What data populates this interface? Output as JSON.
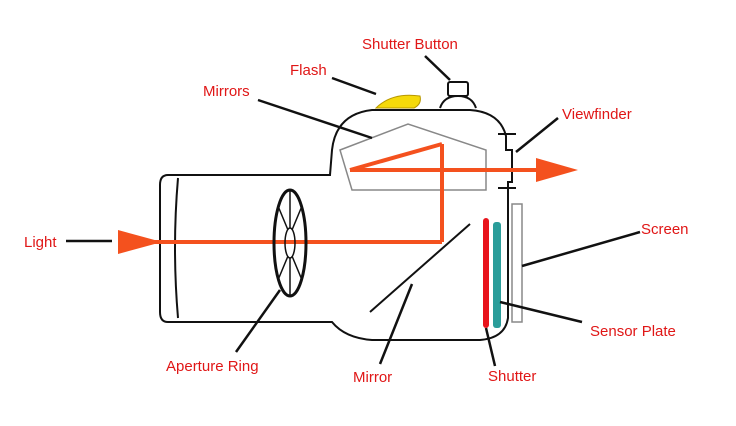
{
  "labels": {
    "shutter_button": "Shutter Button",
    "flash": "Flash",
    "mirrors": "Mirrors",
    "viewfinder": "Viewfinder",
    "screen": "Screen",
    "light": "Light",
    "sensor_plate": "Sensor Plate",
    "aperture_ring": "Aperture Ring",
    "mirror": "Mirror",
    "shutter": "Shutter"
  },
  "colors": {
    "label_text": "#e01616",
    "light_path": "#f4511e",
    "flash": "#f5d90a",
    "shutter_strip": "#e8141c",
    "sensor_strip": "#2a9d9a",
    "outline": "#111111"
  }
}
